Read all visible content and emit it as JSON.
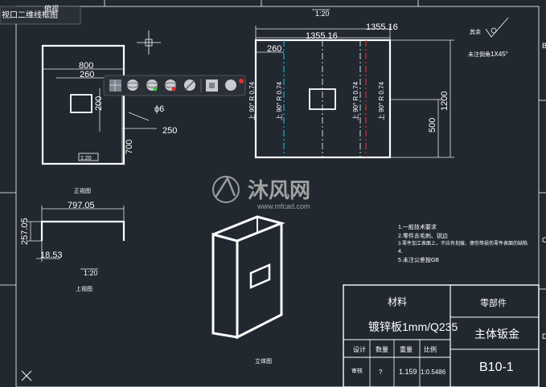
{
  "viewport": {
    "tab_label": "视口二维线框图",
    "title_partial": "俯视",
    "scale_top": "1:20"
  },
  "left_view": {
    "dim_800": "800",
    "dim_260": "260",
    "dim_200": "200",
    "dim_phi6": "ϕ6",
    "dim_250": "250",
    "dim_700": "700",
    "scale": "1:20",
    "caption": "正视图"
  },
  "right_view": {
    "dim_1355_top": "1355.16",
    "dim_1355_inner": "1355.16",
    "dim_260": "260",
    "dim_1200": "1200",
    "dim_500": "500",
    "bend_labels": [
      "上 90° R 0.74",
      "上 90° R 0.74",
      "上 90° R 0.74",
      "上 90° R 0.74"
    ]
  },
  "bottom_view": {
    "dim_797": "797.05",
    "dim_257": "257.05",
    "dim_18": "18.53",
    "scale": "1:20",
    "caption": "上视图"
  },
  "iso_view": {
    "caption": "立体图"
  },
  "surface": {
    "label1": "其余",
    "label2": "未注倒角",
    "chamfer": "1X45°"
  },
  "notes": [
    "1.一般技术要求",
    "2.零件去毛刺、锐边",
    "3.零件加工表面上，不应有划痕、擦伤等损伤零件表面的缺陷",
    "4.",
    "5.未注公差按GB"
  ],
  "title_block": {
    "material_label": "材料",
    "part_type": "零部件",
    "material_value": "镀锌板1mm/Q235",
    "part_name": "主体钣金",
    "headers": [
      "设计",
      "数量",
      "重量",
      "比例"
    ],
    "values": [
      "审核",
      "?",
      "1.159",
      "1:0.5486"
    ],
    "drawing_no": "B10-1"
  },
  "border_labels": [
    "B",
    "C",
    "D"
  ],
  "watermark": {
    "brand": "沐风网",
    "url": "www.mfcad.com"
  },
  "colors": {
    "background": "#212830",
    "line": "#ffffff",
    "cyan_bend": "#00d2ff",
    "red_bend": "#ff2a2a",
    "toolbar_bg": "#2b2f36"
  }
}
